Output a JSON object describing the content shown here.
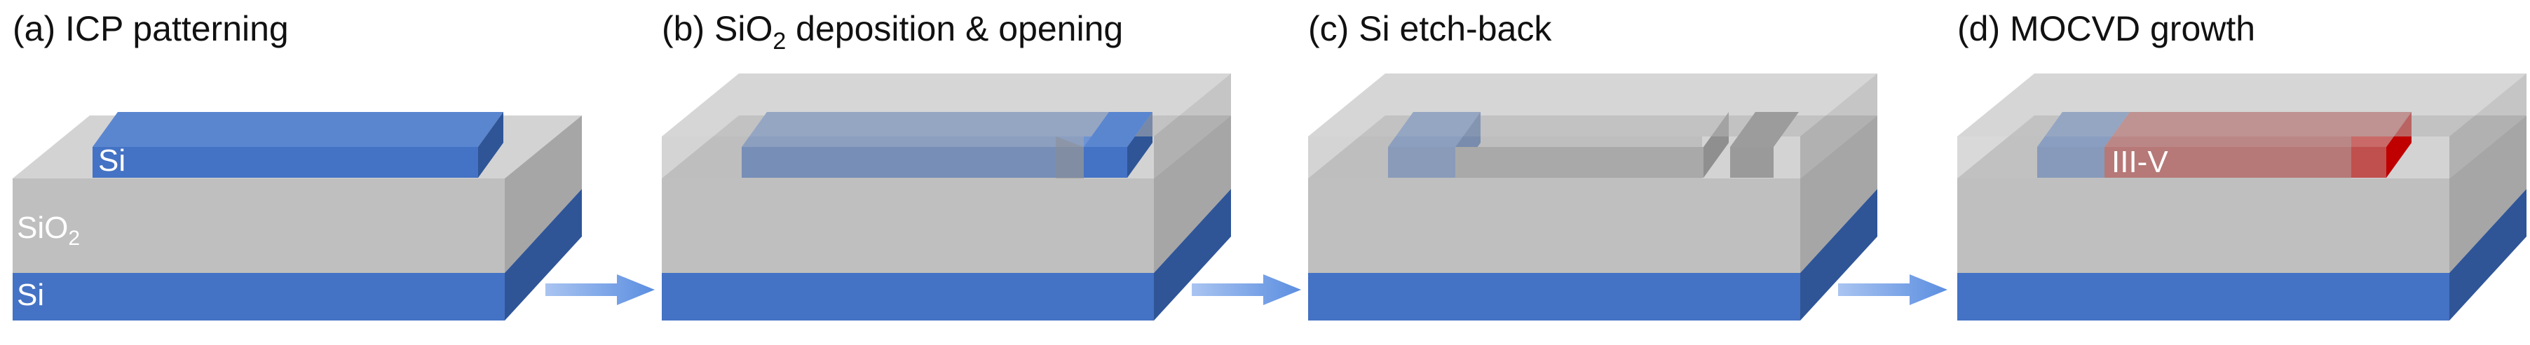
{
  "panels": [
    {
      "title": "(a) ICP patterning"
    },
    {
      "title_pre": "(b) SiO",
      "title_sub": "2",
      "title_post": " deposition & opening"
    },
    {
      "title": "(c) Si etch-back"
    },
    {
      "title": "(d) MOCVD growth"
    }
  ],
  "labels": {
    "si_top": "Si",
    "sio2": "SiO",
    "sio2_sub": "2",
    "si_bottom": "Si",
    "iii_v": "III-V"
  },
  "colors": {
    "si_front": "#4472C4",
    "si_side": "#2F5597",
    "sio2_front": "#BFBFBF",
    "sio2_top": "#D0D0D0",
    "sio2_side": "#A6A6A6",
    "overlay": "rgba(175,175,175,0.45)",
    "iii_v": "#C0504D",
    "iii_v_end": "#C00000",
    "arrow": "#6A9BE6"
  }
}
